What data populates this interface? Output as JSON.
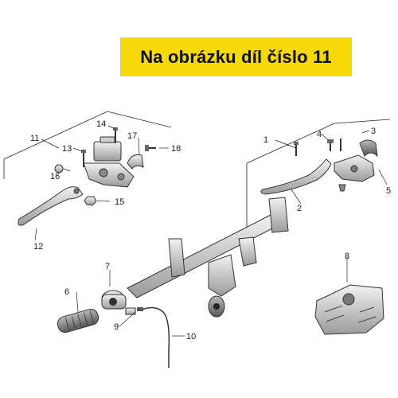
{
  "banner": {
    "text": "Na obrázku díl číslo 11",
    "color": "#f5d90a"
  },
  "callouts": {
    "c1": "1",
    "c2": "2",
    "c3": "3",
    "c4": "4",
    "c5": "5",
    "c6": "6",
    "c7": "7",
    "c8": "8",
    "c9": "9",
    "c10": "10",
    "c11": "11",
    "c12": "12",
    "c13": "13",
    "c14": "14",
    "c15": "15",
    "c16": "16",
    "c17": "17",
    "c18": "18"
  }
}
